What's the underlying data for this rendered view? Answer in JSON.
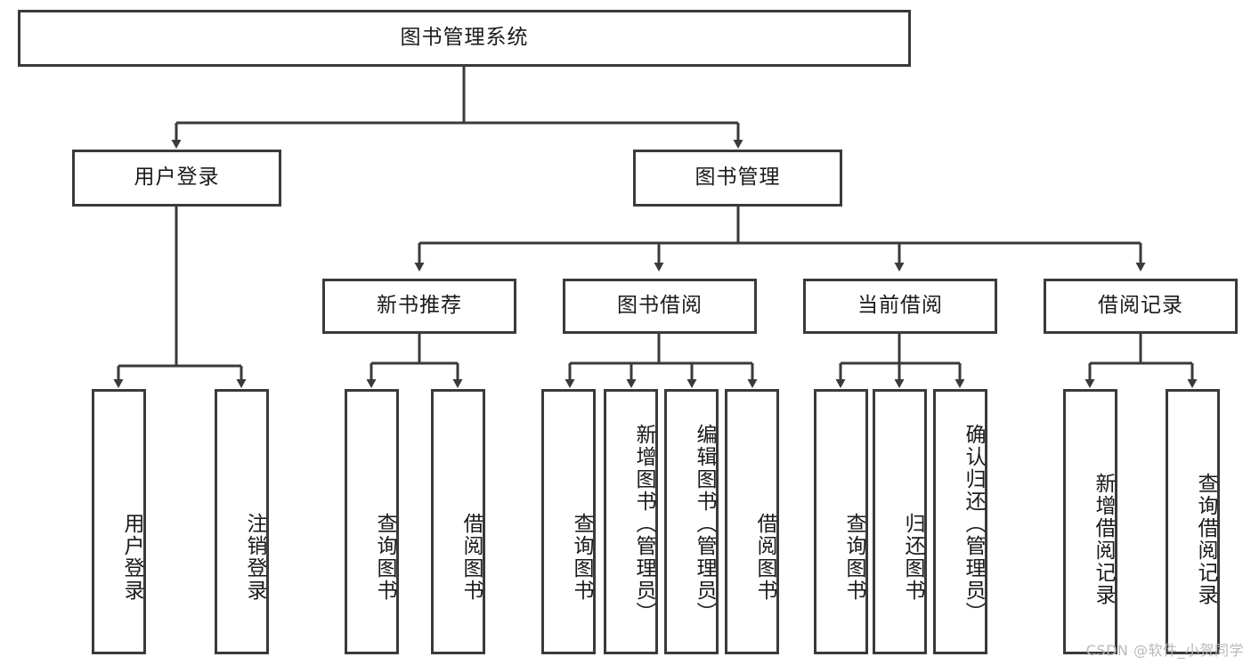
{
  "diagram": {
    "type": "tree-hierarchy",
    "title": "图书管理系统",
    "stroke_color": "#3a3a3a",
    "fill_color": "#ffffff",
    "text_color": "#1a1a1a",
    "levels": 4
  },
  "nodes": {
    "root": {
      "label": "图书管理系统"
    },
    "level1": [
      {
        "id": "user-login",
        "label": "用户登录"
      },
      {
        "id": "book-management",
        "label": "图书管理"
      }
    ],
    "level2": [
      {
        "id": "new-book-recommend",
        "label": "新书推荐"
      },
      {
        "id": "book-borrow",
        "label": "图书借阅"
      },
      {
        "id": "current-borrow",
        "label": "当前借阅"
      },
      {
        "id": "borrow-record",
        "label": "借阅记录"
      }
    ],
    "leaves": {
      "user_login": [
        {
          "id": "leaf-user-login",
          "label": "用户登录"
        },
        {
          "id": "leaf-logout",
          "label": "注销登录"
        }
      ],
      "new_book_recommend": [
        {
          "id": "leaf-query-book-1",
          "label": "查询图书"
        },
        {
          "id": "leaf-borrow-book-1",
          "label": "借阅图书"
        }
      ],
      "book_borrow": [
        {
          "id": "leaf-query-book-2",
          "label": "查询图书"
        },
        {
          "id": "leaf-add-book",
          "label": "新增图书（管理员）"
        },
        {
          "id": "leaf-edit-book",
          "label": "编辑图书（管理员）"
        },
        {
          "id": "leaf-borrow-book-2",
          "label": "借阅图书"
        }
      ],
      "current_borrow": [
        {
          "id": "leaf-query-book-3",
          "label": "查询图书"
        },
        {
          "id": "leaf-return-book",
          "label": "归还图书"
        },
        {
          "id": "leaf-confirm-return",
          "label": "确认归还（管理员）"
        }
      ],
      "borrow_record": [
        {
          "id": "leaf-add-record",
          "label": "新增借阅记录"
        },
        {
          "id": "leaf-query-record",
          "label": "查询借阅记录"
        }
      ]
    }
  },
  "watermark": {
    "text": "CSDN @软件_小贺同学"
  }
}
